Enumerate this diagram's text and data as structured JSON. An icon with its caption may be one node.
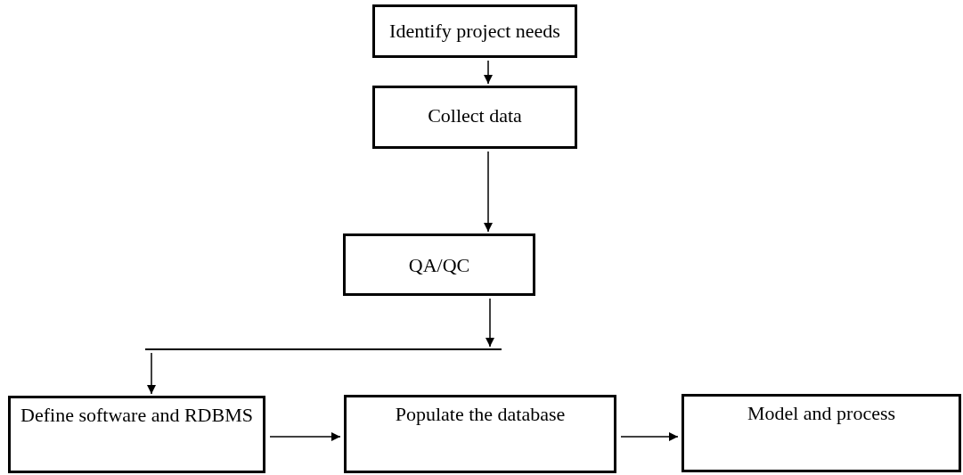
{
  "diagram": {
    "nodes": [
      {
        "text": [
          "Identify project needs"
        ]
      },
      {
        "text": [
          "Collect data"
        ]
      },
      {
        "text": [
          "QA/QC"
        ]
      },
      {
        "text": [],
        "shape": "bar"
      },
      {
        "text": [
          "Define software and RDBMS"
        ]
      },
      {
        "text": [
          "Populate the database"
        ]
      },
      {
        "text": [
          "Model and process"
        ]
      }
    ],
    "edges": [
      {
        "from": 0,
        "to": 1,
        "arrow": "to"
      },
      {
        "from": 1,
        "to": 2,
        "arrow": "to"
      },
      {
        "from": 2,
        "to": 3,
        "arrow": "to"
      },
      {
        "from": 3,
        "to": 4,
        "arrow": "to"
      },
      {
        "from": 4,
        "to": 5,
        "arrow": "to"
      },
      {
        "from": 5,
        "to": 6,
        "arrow": "to"
      }
    ]
  }
}
